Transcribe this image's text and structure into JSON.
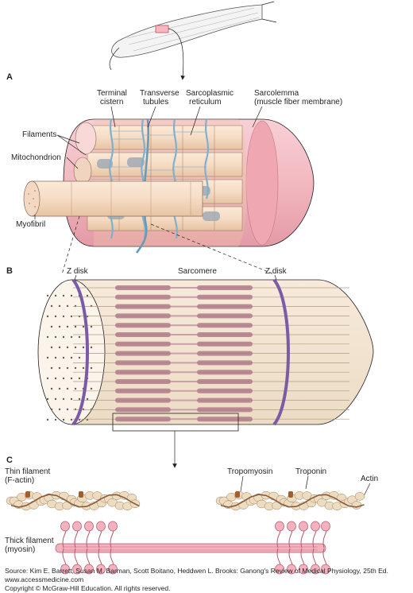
{
  "panels": {
    "a": "A",
    "b": "B",
    "c": "C"
  },
  "labels_a": {
    "terminal_cistern": [
      "Terminal",
      "cistern"
    ],
    "transverse_tubules": [
      "Transverse",
      "tubules"
    ],
    "sarcoplasmic_reticulum": [
      "Sarcoplasmic",
      "reticulum"
    ],
    "sarcolemma": [
      "Sarcolemma",
      "(muscle fiber membrane)"
    ],
    "filaments": "Filaments",
    "mitochondrion": "Mitochondrion",
    "myofibril": "Myofibril"
  },
  "labels_b": {
    "z_disk_left": "Z disk",
    "sarcomere": "Sarcomere",
    "z_disk_right": "Z disk"
  },
  "labels_c": {
    "thin_filament": [
      "Thin filament",
      "(F-actin)"
    ],
    "tropomyosin": "Tropomyosin",
    "troponin": "Troponin",
    "actin": "Actin",
    "thick_filament": [
      "Thick filament",
      "(myosin)"
    ]
  },
  "source": {
    "line1": "Source: Kim E. Barrett, Susan M. Barman, Scott Boitano, Heddwen L. Brooks: Ganong's Review of Medical Physiology, 25th Ed.",
    "line2": "www.accessmedicine.com",
    "line3": "Copyright © McGraw-Hill Education.  All rights reserved."
  },
  "colors": {
    "sarcolemma": "#f2b8c0",
    "myofibril": "#f6dcc4",
    "tubule": "#7fb0cc",
    "z_disk": "#7b5aa6",
    "myosin_head": "#b07a8a",
    "actin_bead": "#eddcc0",
    "tropomyosin": "#8a5a3a",
    "thick_filament": "#f3b2be"
  }
}
